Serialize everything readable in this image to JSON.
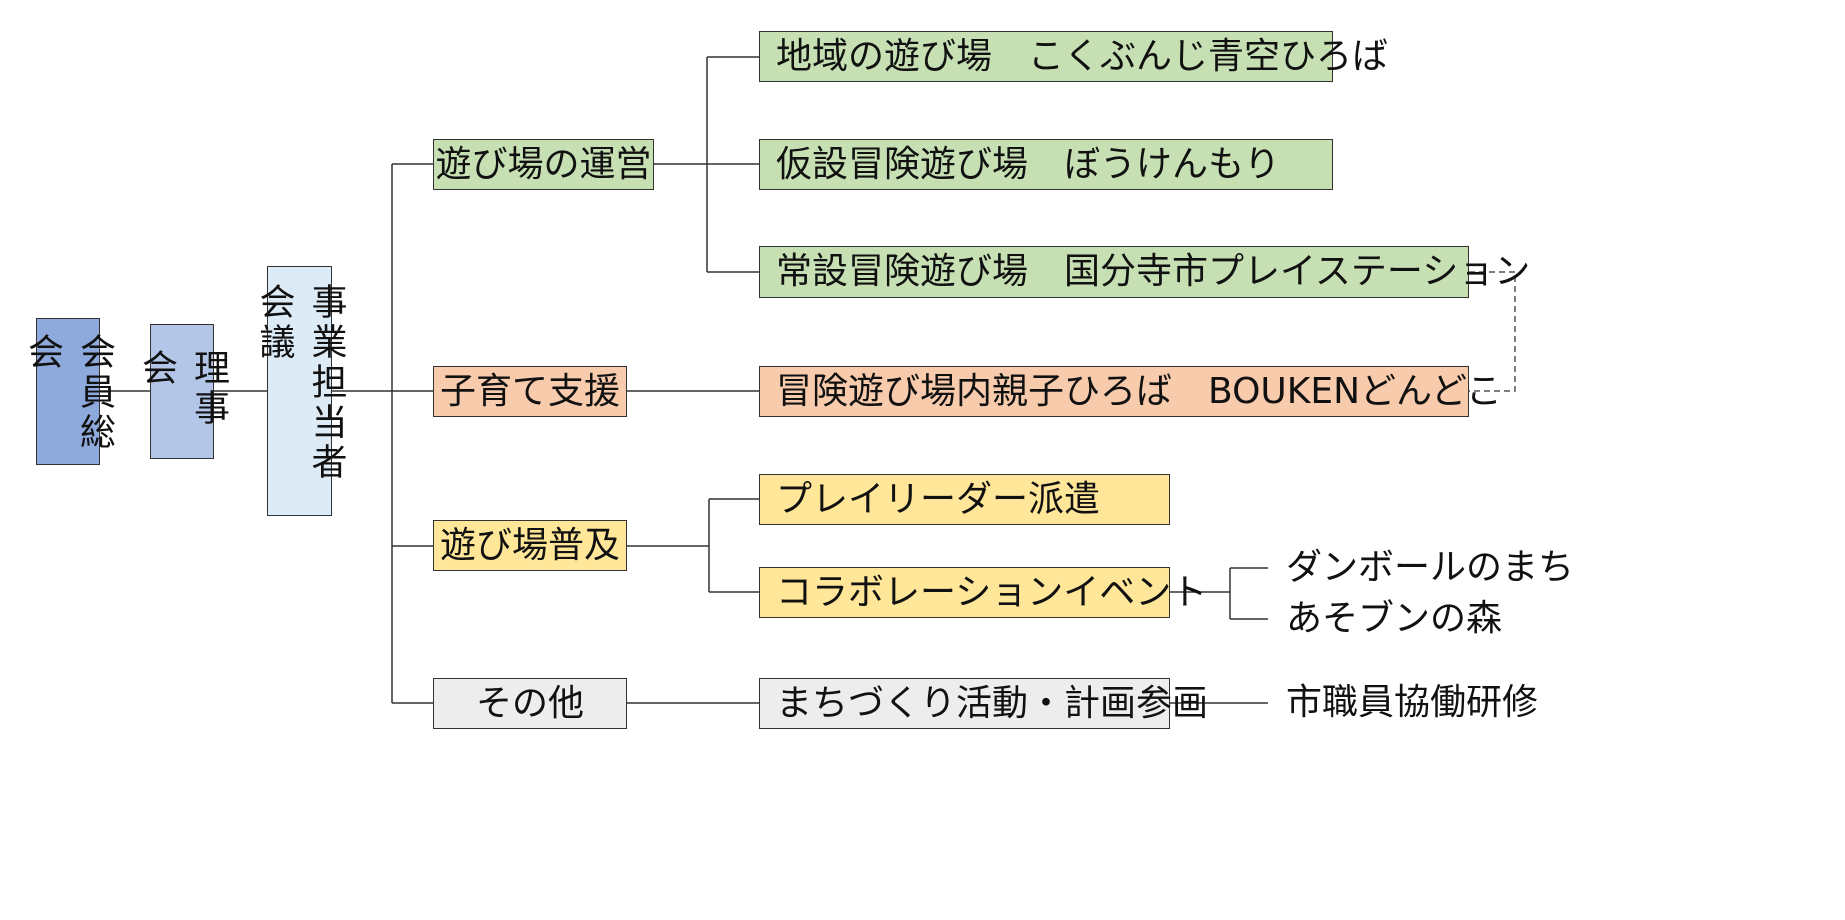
{
  "colors": {
    "blue_dark": "#8EA9DB",
    "blue_mid": "#B4C6E7",
    "blue_light": "#DDEBF7",
    "green": "#C6E0B4",
    "orange": "#F8CBAD",
    "yellow": "#FFE699",
    "gray": "#EDEDED",
    "line": "#333333"
  },
  "org": {
    "general_assembly": "会員総会",
    "board": "理事会",
    "business_council": "事業担当者会議",
    "divisions": {
      "playground_operation": "遊び場の運営",
      "childcare_support": "子育て支援",
      "playground_promotion": "遊び場普及",
      "other": "その他"
    },
    "programs": {
      "aozora": "地域の遊び場　こくぶんじ青空ひろば",
      "boukenmori": "仮設冒険遊び場　ぼうけんもり",
      "playstation": "常設冒険遊び場　国分寺市プレイステーション",
      "dondoko": "冒険遊び場内親子ひろば　BOUKENどんどこ",
      "playleader": "プレイリーダー派遣",
      "collab_event": "コラボレーションイベント",
      "machizukuri": "まちづくり活動・計画参画"
    },
    "leaves": {
      "danboru": "ダンボールのまち",
      "asobun": "あそブンの森",
      "staff_training": "市職員協働研修"
    }
  }
}
